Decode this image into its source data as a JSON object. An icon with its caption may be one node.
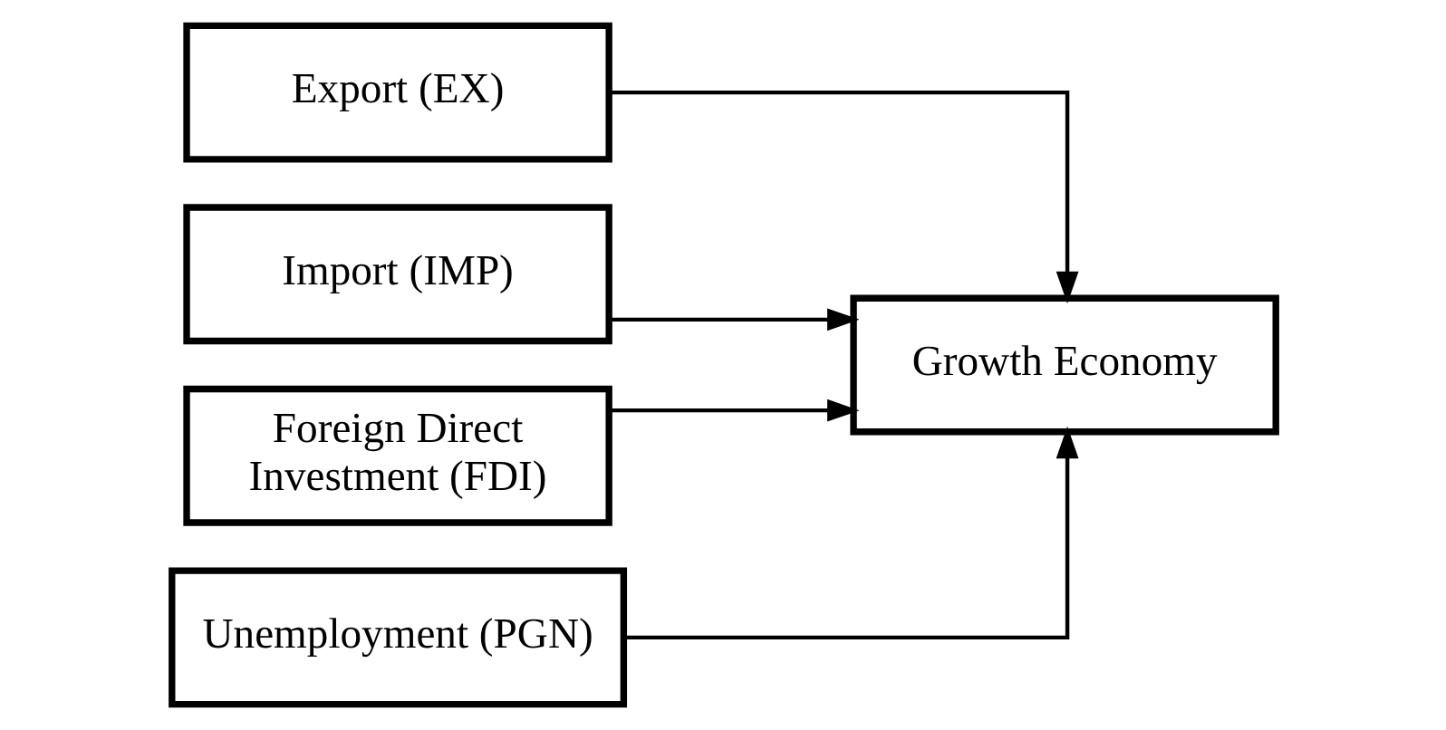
{
  "diagram": {
    "nodes": [
      {
        "text": [
          "Export (EX)"
        ]
      },
      {
        "text": [
          "Import (IMP)"
        ]
      },
      {
        "text": [
          "Foreign Direct Investment (FDI)"
        ]
      },
      {
        "text": [
          "Unemployment (PGN)"
        ]
      },
      {
        "text": [
          "Growth Economy"
        ]
      }
    ],
    "edges": [
      {
        "from": 0,
        "to": 4,
        "arrow": "to"
      },
      {
        "from": 1,
        "to": 4,
        "arrow": "to"
      },
      {
        "from": 2,
        "to": 4,
        "arrow": "to"
      },
      {
        "from": 3,
        "to": 4,
        "arrow": "to"
      }
    ]
  }
}
